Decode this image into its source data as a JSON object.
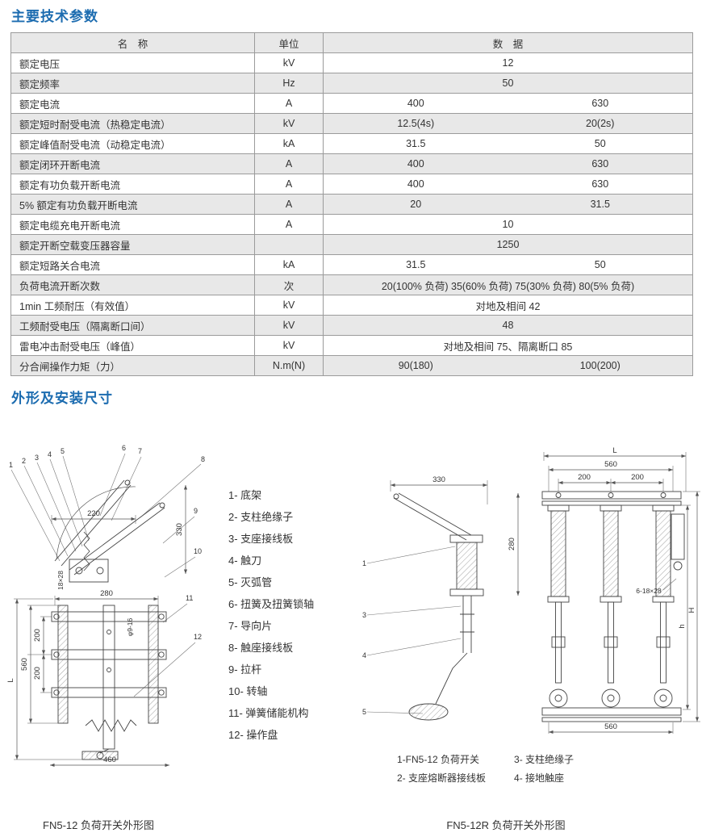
{
  "colors": {
    "accent": "#1c6cb0",
    "row_alt": "#e8e8e8"
  },
  "sections": {
    "params_title": "主要技术参数",
    "dims_title": "外形及安装尺寸"
  },
  "table": {
    "headers": {
      "name": "名　称",
      "unit": "单位",
      "data": "数　据"
    },
    "rows": [
      {
        "name": "额定电压",
        "unit": "kV",
        "values": [
          "12"
        ]
      },
      {
        "name": "额定频率",
        "unit": "Hz",
        "values": [
          "50"
        ]
      },
      {
        "name": "额定电流",
        "unit": "A",
        "values": [
          "400",
          "630"
        ]
      },
      {
        "name": "额定短时耐受电流（热稳定电流）",
        "unit": "kV",
        "values": [
          "12.5(4s)",
          "20(2s)"
        ]
      },
      {
        "name": "额定峰值耐受电流（动稳定电流）",
        "unit": "kA",
        "values": [
          "31.5",
          "50"
        ]
      },
      {
        "name": "额定闭环开断电流",
        "unit": "A",
        "values": [
          "400",
          "630"
        ]
      },
      {
        "name": "额定有功负载开断电流",
        "unit": "A",
        "values": [
          "400",
          "630"
        ]
      },
      {
        "name": "5% 额定有功负载开断电流",
        "unit": "A",
        "values": [
          "20",
          "31.5"
        ]
      },
      {
        "name": "额定电缆充电开断电流",
        "unit": "A",
        "values": [
          "10"
        ]
      },
      {
        "name": "额定开断空载变压器容量",
        "unit": "",
        "values": [
          "1250"
        ]
      },
      {
        "name": "额定短路关合电流",
        "unit": "kA",
        "values": [
          "31.5",
          "50"
        ]
      },
      {
        "name": "负荷电流开断次数",
        "unit": "次",
        "values": [
          "20(100% 负荷) 35(60% 负荷) 75(30% 负荷) 80(5% 负荷)"
        ]
      },
      {
        "name": "1min 工频耐压（有效值）",
        "unit": "kV",
        "values": [
          "对地及相间 42"
        ]
      },
      {
        "name": "工频耐受电压（隔离断口间）",
        "unit": "kV",
        "values": [
          "48"
        ]
      },
      {
        "name": "雷电冲击耐受电压（峰值）",
        "unit": "kV",
        "values": [
          "对地及相间 75、隔离断口 85"
        ]
      },
      {
        "name": "分合闸操作力矩（力）",
        "unit": "N.m(N)",
        "values": [
          "90(180)",
          "100(200)"
        ]
      }
    ]
  },
  "parts_list": [
    "1- 底架",
    "2- 支柱绝缘子",
    "3- 支座接线板",
    "4- 触刀",
    "5- 灭弧管",
    "6- 扭簧及扭簧锁轴",
    "7- 导向片",
    "8- 触座接线板",
    "9- 拉杆",
    "10- 转轴",
    "11- 弹簧储能机构",
    "12- 操作盘"
  ],
  "right_notes_columns": [
    [
      "1-FN5-12 负荷开关",
      "2- 支座熔断器接线板"
    ],
    [
      "3- 支柱绝缘子",
      "4- 接地触座"
    ]
  ],
  "captions": {
    "left": "FN5-12 负荷开关外形图",
    "right": "FN5-12R 负荷开关外形图"
  },
  "left_drawing": {
    "callouts": [
      "1",
      "2",
      "3",
      "4",
      "5",
      "6",
      "7",
      "8",
      "9",
      "10",
      "11",
      "12"
    ],
    "dims": {
      "d220": "220",
      "d330": "330",
      "d280": "280",
      "d200a": "200",
      "d200b": "200",
      "d560": "560",
      "dL": "L",
      "d460": "460",
      "slot": "18×28",
      "holes": "φ9-16"
    }
  },
  "right_drawing": {
    "callouts": [
      "1",
      "3",
      "4",
      "5"
    ],
    "dims": {
      "d330": "330",
      "d280": "280",
      "dL": "L",
      "d560top": "560",
      "d200a": "200",
      "d200b": "200",
      "dh": "h",
      "dH": "H",
      "slot": "6-18×28",
      "d560bot": "560"
    }
  }
}
